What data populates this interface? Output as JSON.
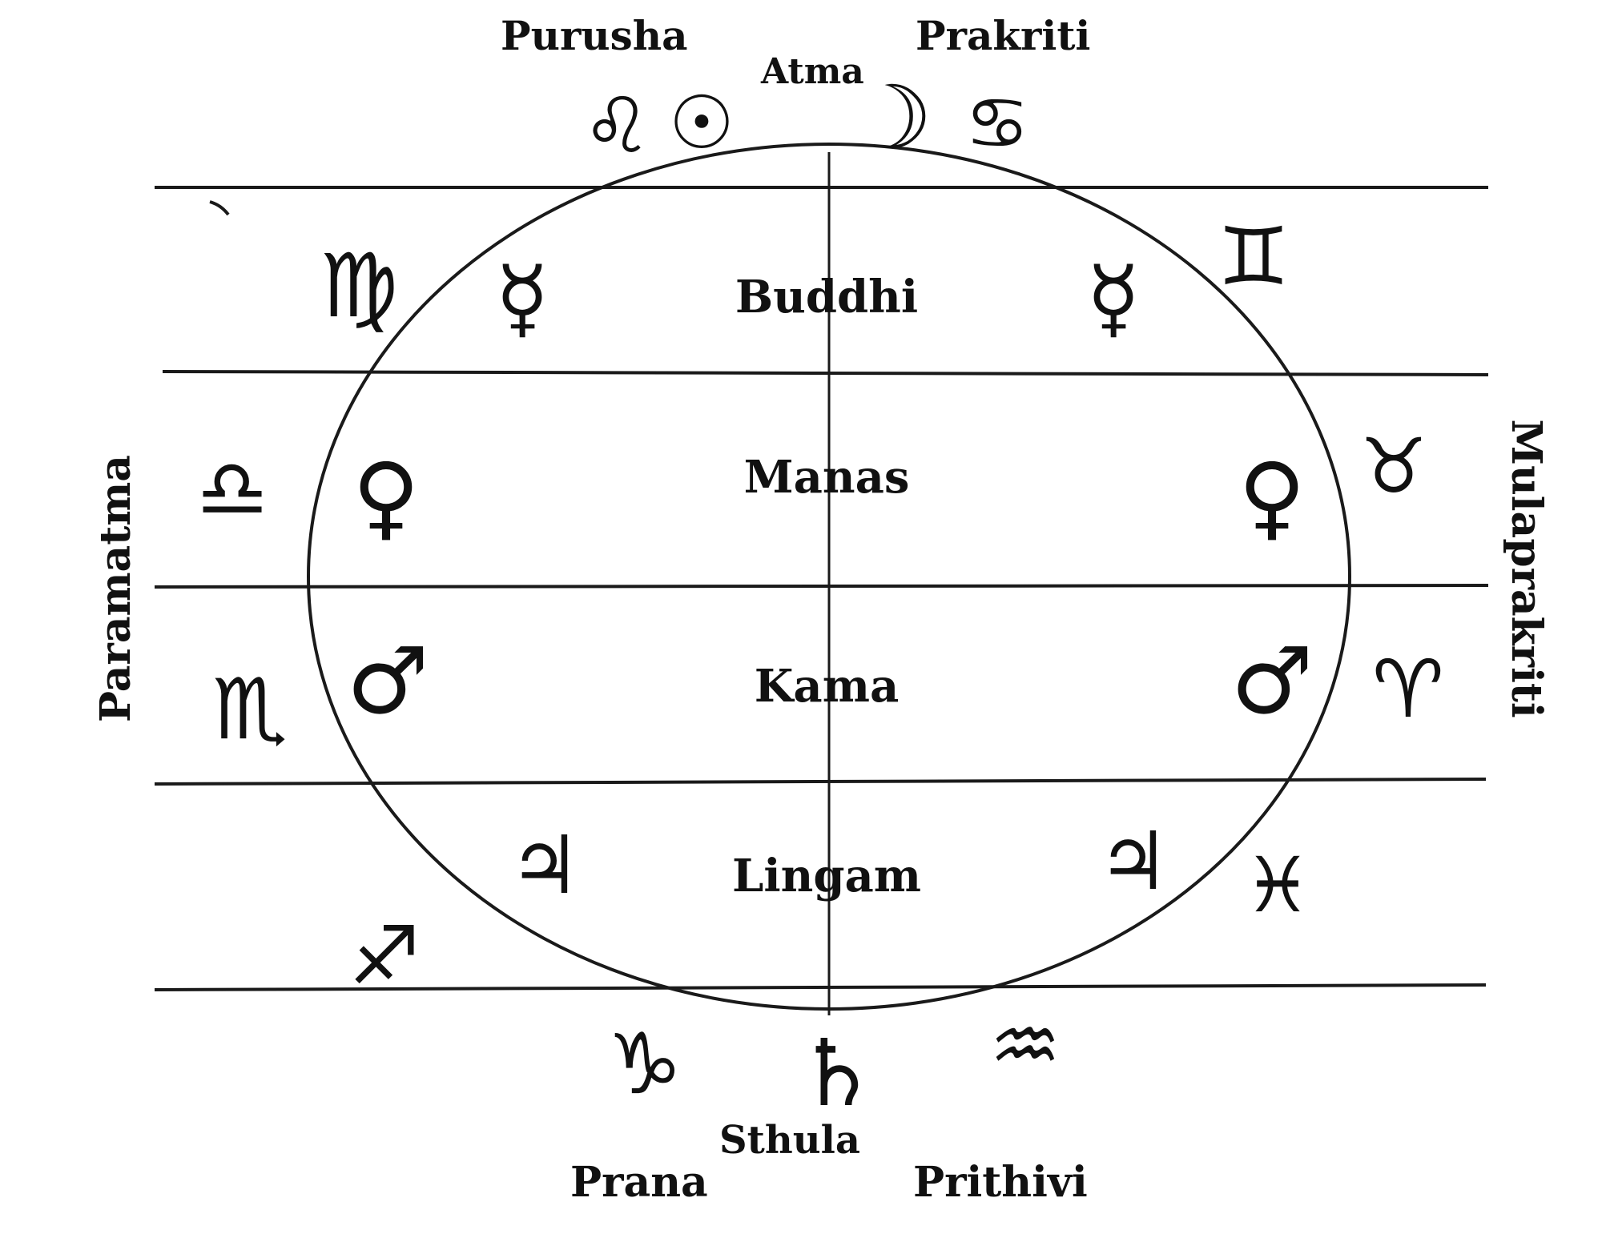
{
  "diagram": {
    "top_labels": {
      "left": "Purusha",
      "center": "Atma",
      "right": "Prakriti"
    },
    "bottom_labels": {
      "left": "Prana",
      "center": "Sthula",
      "right": "Prithivi"
    },
    "side_labels": {
      "left": "Paramatma",
      "right": "Mulaprakriti"
    },
    "band_labels": [
      "Buddhi",
      "Manas",
      "Kama",
      "Lingam"
    ],
    "symbols": {
      "leo": "♌",
      "sun": "☉",
      "moon": "☽",
      "cancer": "♋",
      "virgo": "♍",
      "gemini": "♊",
      "mercury_left": "☿",
      "mercury_right": "☿",
      "libra": "♎",
      "taurus": "♉",
      "venus_left": "♀",
      "venus_right": "♀",
      "scorpio": "♏",
      "aries": "♈",
      "mars_left": "♂",
      "mars_right": "♂",
      "jupiter_left": "♃",
      "jupiter_right": "♃",
      "sagittarius": "♐",
      "pisces": "♓",
      "capricorn": "♑",
      "saturn": "♄",
      "aquarius": "♒"
    },
    "line_color": "#1a1a1a"
  }
}
